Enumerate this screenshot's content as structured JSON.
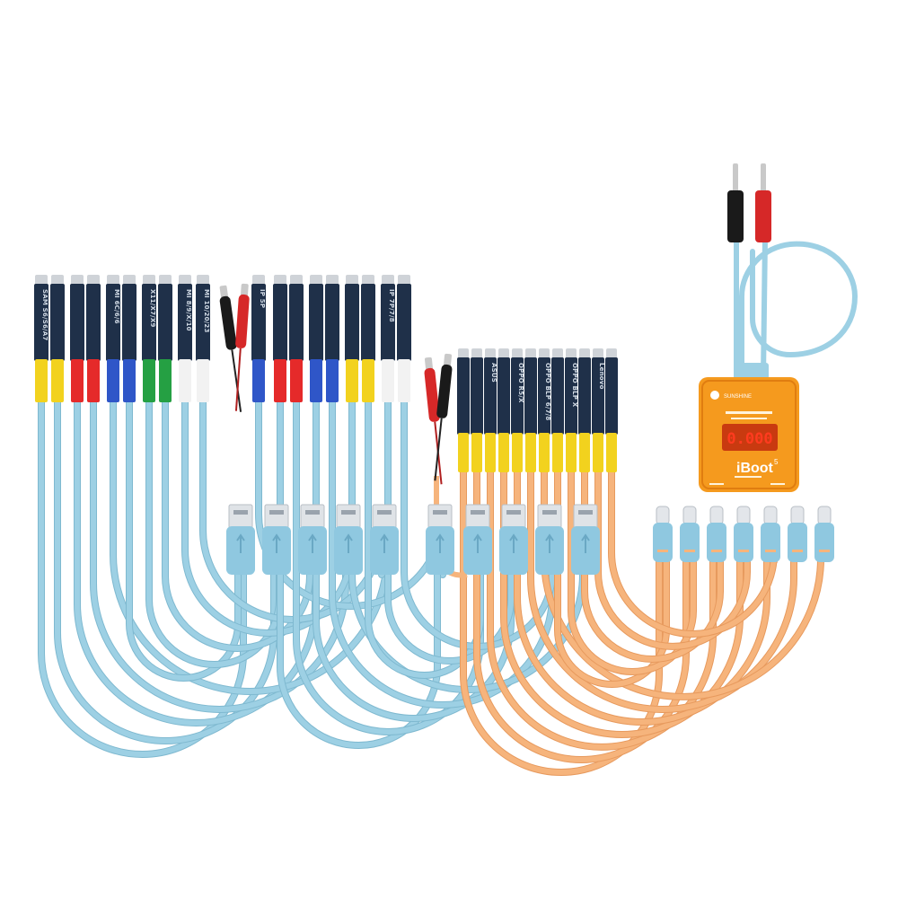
{
  "product": {
    "colors": {
      "background": "#ffffff",
      "cable_blue": "#9dd0e4",
      "cable_blue_edge": "#7fb9d0",
      "cable_orange": "#f6b47c",
      "cable_orange_edge": "#e79a5e",
      "flex_board": "#1f3049",
      "tip_metal": "#cfd3d8",
      "sleeve_yellow": "#f2d21e",
      "sleeve_red": "#e52a2a",
      "sleeve_blue": "#2f56c8",
      "sleeve_green": "#25a043",
      "sleeve_white": "#f2f2f2",
      "clip_red": "#d62828",
      "clip_black": "#1a1a1a",
      "box_orange": "#f59a1e",
      "display_bg": "#c93a10",
      "display_digits": "#ff3b1f"
    },
    "blue_cables": [
      {
        "label": "SAM S6/S6/A7",
        "sleeve": "yellow"
      },
      {
        "label": "",
        "sleeve": "yellow"
      },
      {
        "label": "",
        "sleeve": "red"
      },
      {
        "label": "",
        "sleeve": "red"
      },
      {
        "label": "MI 6C/6/6",
        "sleeve": "blue"
      },
      {
        "label": "",
        "sleeve": "blue"
      },
      {
        "label": "X11/X7/X9",
        "sleeve": "green"
      },
      {
        "label": "",
        "sleeve": "green"
      },
      {
        "label": "MI 8/9/X/10",
        "sleeve": "white"
      },
      {
        "label": "MI 10/20/23",
        "sleeve": "white"
      },
      {
        "label": "IP 5P",
        "sleeve": "blue"
      },
      {
        "label": "",
        "sleeve": "red"
      },
      {
        "label": "",
        "sleeve": "red"
      },
      {
        "label": "",
        "sleeve": "blue"
      },
      {
        "label": "",
        "sleeve": "blue"
      },
      {
        "label": "",
        "sleeve": "yellow"
      },
      {
        "label": "",
        "sleeve": "yellow"
      },
      {
        "label": "IP 7P/7/8",
        "sleeve": "white"
      },
      {
        "label": "",
        "sleeve": "white"
      }
    ],
    "orange_cables": [
      {
        "label": ""
      },
      {
        "label": ""
      },
      {
        "label": "ASUS"
      },
      {
        "label": ""
      },
      {
        "label": "OPPO R5/X"
      },
      {
        "label": ""
      },
      {
        "label": "OPPO BLP 6/7/8"
      },
      {
        "label": ""
      },
      {
        "label": "OPPO BLP X"
      },
      {
        "label": ""
      },
      {
        "label": "Lenovo"
      },
      {
        "label": ""
      }
    ],
    "usb_a_connectors": 10,
    "usb_c_connectors": 7,
    "power_box": {
      "brand": "SUNSHINE",
      "display": "0.000",
      "name": "iBoot",
      "superscript": "5"
    }
  }
}
